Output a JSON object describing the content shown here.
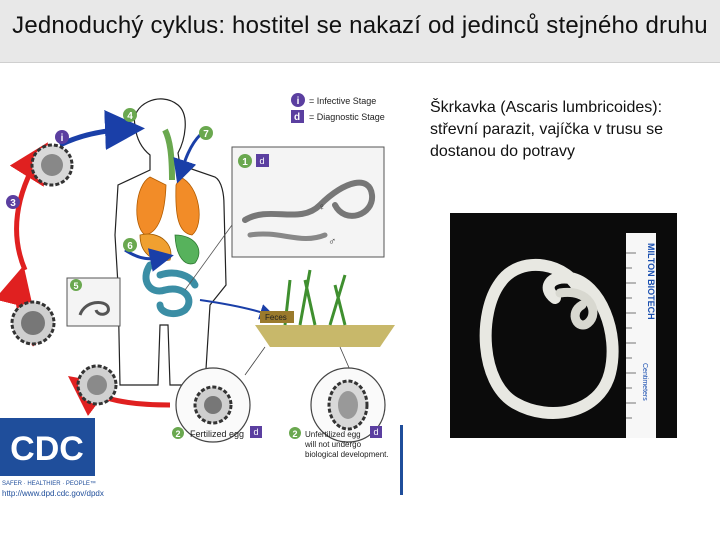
{
  "slide": {
    "title": "Jednoduchý cyklus: hostitel se nakazí od jedinců stejného druhu",
    "caption_lines": [
      "Škrkavka (Ascaris lumbricoides):",
      "střevní parazit, vajíčka v trusu se",
      "dostanou do potravy"
    ]
  },
  "diagram": {
    "legend": {
      "infective_marker": "i",
      "infective_label": "= Infective Stage",
      "diagnostic_marker": "d",
      "diagnostic_label": "= Diagnostic Stage"
    },
    "steps": [
      "1",
      "2",
      "2",
      "3",
      "4",
      "5",
      "6",
      "7"
    ],
    "step1_marker": "d",
    "step2_fertilized_label": "Fertilized egg",
    "step2_unfertilized_label_lines": [
      "Unfertilized egg",
      "will not undergo",
      "biological development."
    ],
    "step2_marker": "d",
    "left_top_marker": "i",
    "feces_label": "Feces",
    "male_symbol": "♂",
    "female_symbol": "♀",
    "cdc_logo_text": "CDC",
    "cdc_tagline": "SAFER · HEALTHIER · PEOPLE™",
    "cdc_url": "http://www.dpd.cdc.gov/dpdx"
  },
  "photo": {
    "ruler_brand": "MILTON BIOTECH",
    "ruler_unit": "Centimeters"
  },
  "colors": {
    "title_bg": "#e8e8e8",
    "cycle_red": "#e02020",
    "cycle_blue": "#1a3fa8",
    "step_green": "#6aa84f",
    "marker_purple": "#5b3fa0",
    "lungs_orange": "#f28c28",
    "intestine_teal": "#3b8ea5",
    "cdc_blue": "#1f4e9b"
  }
}
